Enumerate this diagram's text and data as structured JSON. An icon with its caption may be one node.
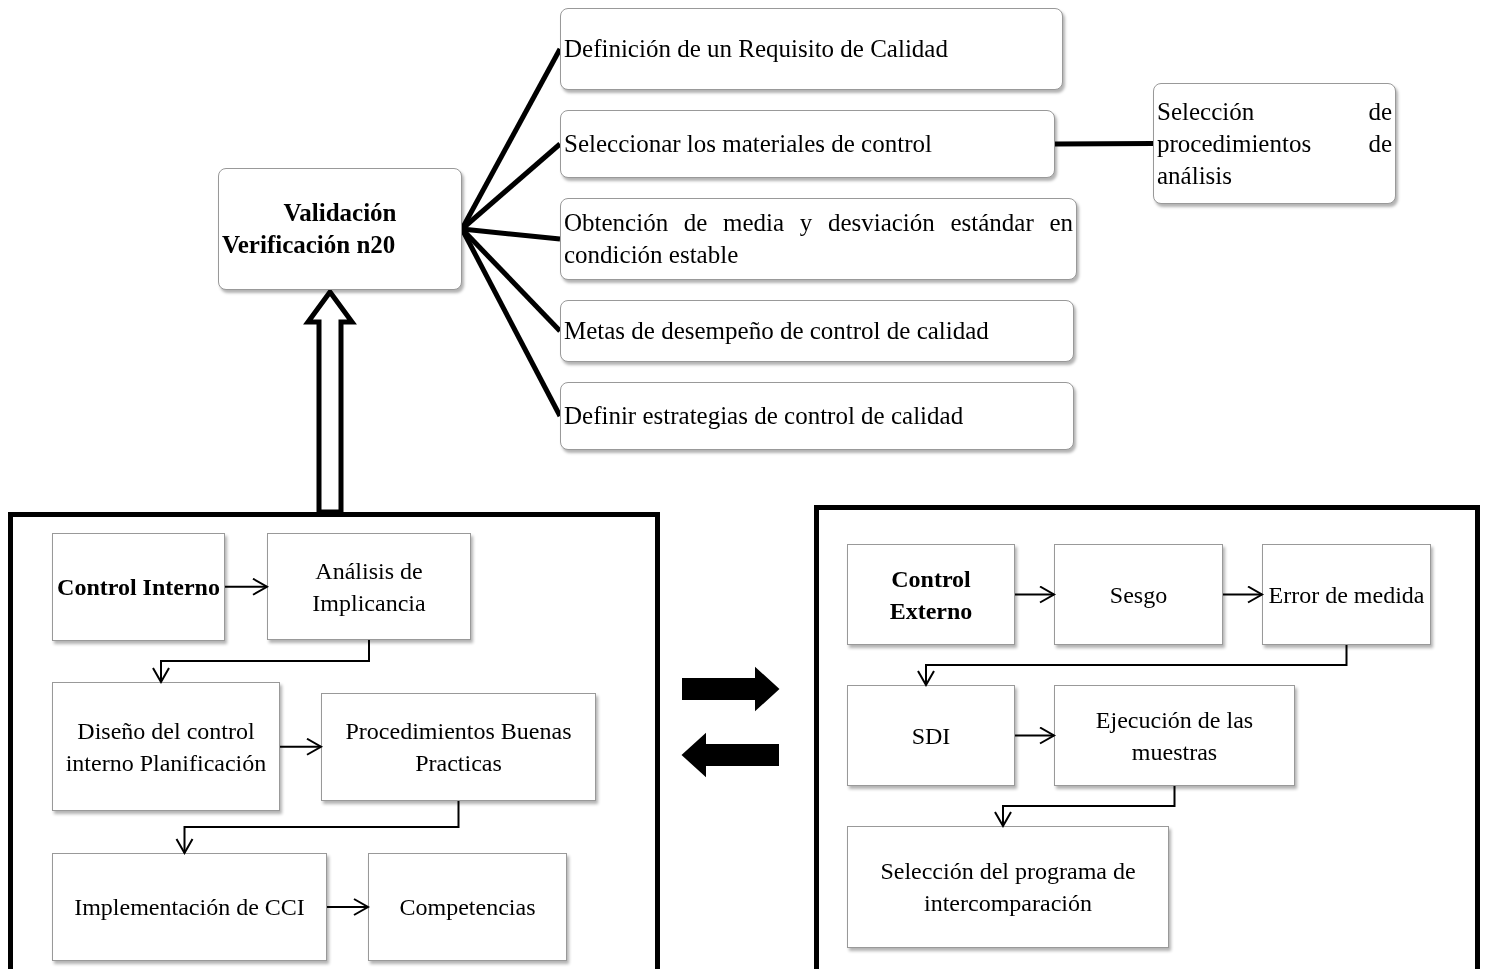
{
  "diagram": {
    "nodes": [
      {
        "text": [
          "Validación Verificación n20"
        ]
      },
      {
        "text": [
          "Definición de un Requisito de Calidad"
        ]
      },
      {
        "text": [
          "Seleccionar los materiales de control"
        ]
      },
      {
        "text": [
          "Selección de procedimientos de análisis"
        ]
      },
      {
        "text": [
          "Obtención de media y desviación estándar en condición estable"
        ]
      },
      {
        "text": [
          "Metas de desempeño de control de calidad"
        ]
      },
      {
        "text": [
          "Definir estrategias de control de calidad"
        ]
      },
      {
        "text": [],
        "shape": "box"
      },
      {
        "text": [
          "Control Interno"
        ],
        "in": 7
      },
      {
        "text": [
          "Análisis de Implicancia"
        ],
        "in": 7
      },
      {
        "text": [
          "Diseño del control interno Planificación"
        ],
        "in": 7
      },
      {
        "text": [
          "Procedimientos Buenas Practicas"
        ],
        "in": 7
      },
      {
        "text": [
          "Implementación de CCI"
        ],
        "in": 7
      },
      {
        "text": [
          "Competencias"
        ],
        "in": 7
      },
      {
        "text": [],
        "shape": "box"
      },
      {
        "text": [
          "Control Externo"
        ],
        "in": 14
      },
      {
        "text": [
          "Sesgo"
        ],
        "in": 14
      },
      {
        "text": [
          "Error de medida"
        ],
        "in": 14
      },
      {
        "text": [
          "SDI"
        ],
        "in": 14
      },
      {
        "text": [
          "Ejecución de las muestras"
        ],
        "in": 14
      },
      {
        "text": [
          "Selección del programa de intercomparación"
        ],
        "in": 14
      }
    ],
    "edges": [
      {
        "from": 0,
        "to": 1,
        "arrow": "none",
        "style": "thick"
      },
      {
        "from": 0,
        "to": 2,
        "arrow": "none",
        "style": "thick"
      },
      {
        "from": 0,
        "to": 4,
        "arrow": "none",
        "style": "thick"
      },
      {
        "from": 0,
        "to": 5,
        "arrow": "none",
        "style": "thick"
      },
      {
        "from": 0,
        "to": 6,
        "arrow": "none",
        "style": "thick"
      },
      {
        "from": 2,
        "to": 3,
        "arrow": "none",
        "style": "thick"
      },
      {
        "from": 7,
        "to": 0,
        "arrow": "to",
        "style": "thick"
      },
      {
        "from": 7,
        "to": 14,
        "arrow": "to",
        "style": "thick"
      },
      {
        "from": 14,
        "to": 7,
        "arrow": "to",
        "style": "thick"
      },
      {
        "from": 8,
        "to": 9,
        "arrow": "to"
      },
      {
        "from": 9,
        "to": 10,
        "arrow": "to"
      },
      {
        "from": 10,
        "to": 11,
        "arrow": "to"
      },
      {
        "from": 11,
        "to": 12,
        "arrow": "to"
      },
      {
        "from": 12,
        "to": 13,
        "arrow": "to"
      },
      {
        "from": 15,
        "to": 16,
        "arrow": "to"
      },
      {
        "from": 16,
        "to": 17,
        "arrow": "to"
      },
      {
        "from": 17,
        "to": 18,
        "arrow": "to"
      },
      {
        "from": 18,
        "to": 19,
        "arrow": "to"
      },
      {
        "from": 19,
        "to": 20,
        "arrow": "to"
      }
    ]
  }
}
